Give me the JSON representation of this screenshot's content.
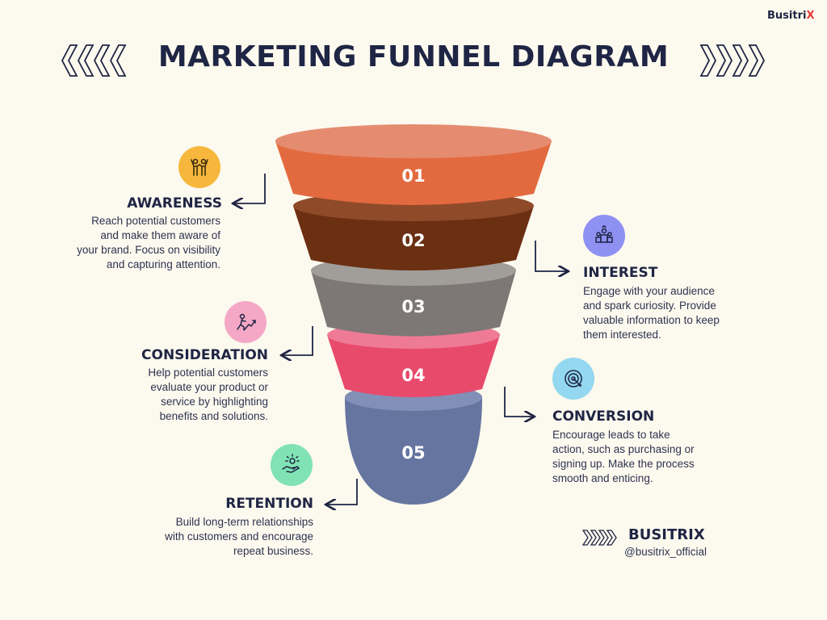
{
  "brand": {
    "logo_text": "Busitri",
    "logo_accent": "X"
  },
  "title": "MARKETING FUNNEL DIAGRAM",
  "stages": [
    {
      "number": "01",
      "title": "AWARENESS",
      "text": [
        "Reach potential customers",
        "and make them aware of",
        "your brand. Focus on visibility",
        "and capturing attention."
      ],
      "icon": "team-icon",
      "color": "#e36a3f",
      "icon_bg": "#f6b73c"
    },
    {
      "number": "02",
      "title": "INTEREST",
      "text": [
        "Engage with your audience",
        "and spark curiosity. Provide",
        "valuable information to keep",
        "them interested."
      ],
      "icon": "audience-icon",
      "color": "#6b2f12",
      "icon_bg": "#8e91f2"
    },
    {
      "number": "03",
      "title": "CONSIDERATION",
      "text": [
        "Help potential customers",
        "evaluate your product or",
        "service by highlighting",
        "benefits and solutions."
      ],
      "icon": "growth-icon",
      "color": "#7d7875",
      "icon_bg": "#f4a8c6"
    },
    {
      "number": "04",
      "title": "CONVERSION",
      "text": [
        "Encourage leads to take",
        "action, such as purchasing or",
        "signing up. Make the process",
        "smooth and enticing."
      ],
      "icon": "target-icon",
      "color": "#e84a6c",
      "icon_bg": "#93d8f0"
    },
    {
      "number": "05",
      "title": "RETENTION",
      "text": [
        "Build long-term relationships",
        "with customers and encourage",
        "repeat business."
      ],
      "icon": "hand-idea-icon",
      "color": "#6575a0",
      "icon_bg": "#7fe3b3"
    }
  ],
  "footer": {
    "name": "BUSITRIX",
    "handle": "@busitrix_official"
  }
}
